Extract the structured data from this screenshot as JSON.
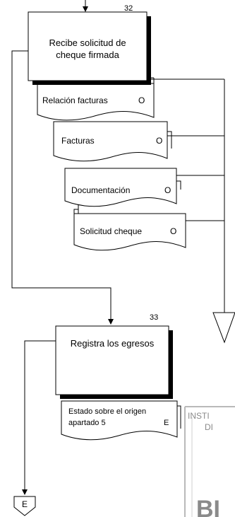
{
  "steps": [
    {
      "number": "32",
      "label_lines": [
        "Recibe solicitud de",
        "cheque firmada"
      ]
    },
    {
      "number": "33",
      "label_lines": [
        "Registra los egresos"
      ]
    }
  ],
  "documents_step32": [
    {
      "name": "Relación facturas",
      "code": "O"
    },
    {
      "name": "Facturas",
      "code": "O"
    },
    {
      "name": "Documentación",
      "code": "O"
    },
    {
      "name": "Solicitud cheque",
      "code": "O"
    }
  ],
  "document_step33": {
    "lines": [
      "Estado sobre el origen",
      "apartado 5"
    ],
    "code": "E"
  },
  "connector": {
    "label": "E"
  },
  "watermark": {
    "line1": "INSTI",
    "line2": "DI",
    "line3": "BI"
  }
}
